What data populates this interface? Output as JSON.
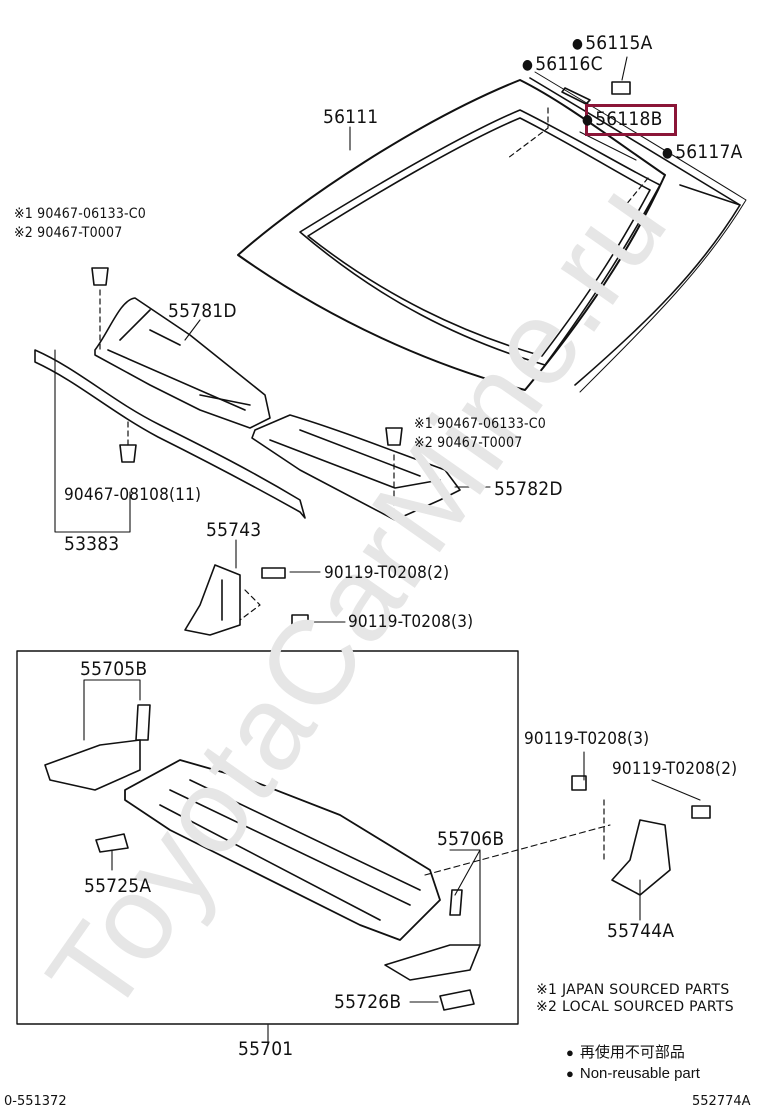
{
  "watermark": "ToyotaCarMine.ru",
  "highlight_color": "#8b1538",
  "parts": {
    "p56115A": "56115A",
    "p56116C": "56116C",
    "p56118B": "56118B",
    "p56117A": "56117A",
    "p56111": "56111",
    "p55781D": "55781D",
    "p55782D": "55782D",
    "p53383": "53383",
    "p55743": "55743",
    "p55705B": "55705B",
    "p55725A": "55725A",
    "p55706B": "55706B",
    "p55726B": "55726B",
    "p55701": "55701",
    "p55744A": "55744A"
  },
  "fasteners": {
    "clip_left_1": "※1 90467-06133-C0",
    "clip_left_2": "※2 90467-T0007",
    "clip_right_1": "※1 90467-06133-C0",
    "clip_right_2": "※2 90467-T0007",
    "clip_08108": "90467-08108(11)",
    "bolt_55743_a": "90119-T0208(2)",
    "bolt_55743_b": "90119-T0208(3)",
    "bolt_55744_a": "90119-T0208(3)",
    "bolt_55744_b": "90119-T0208(2)"
  },
  "notes": {
    "japan": "※1 JAPAN SOURCED PARTS",
    "local": "※2 LOCAL SOURCED PARTS"
  },
  "legend": {
    "jp": "再使用不可部品",
    "en": "Non-reusable part"
  },
  "footer": {
    "left": "0-551372",
    "right": "552774A"
  }
}
